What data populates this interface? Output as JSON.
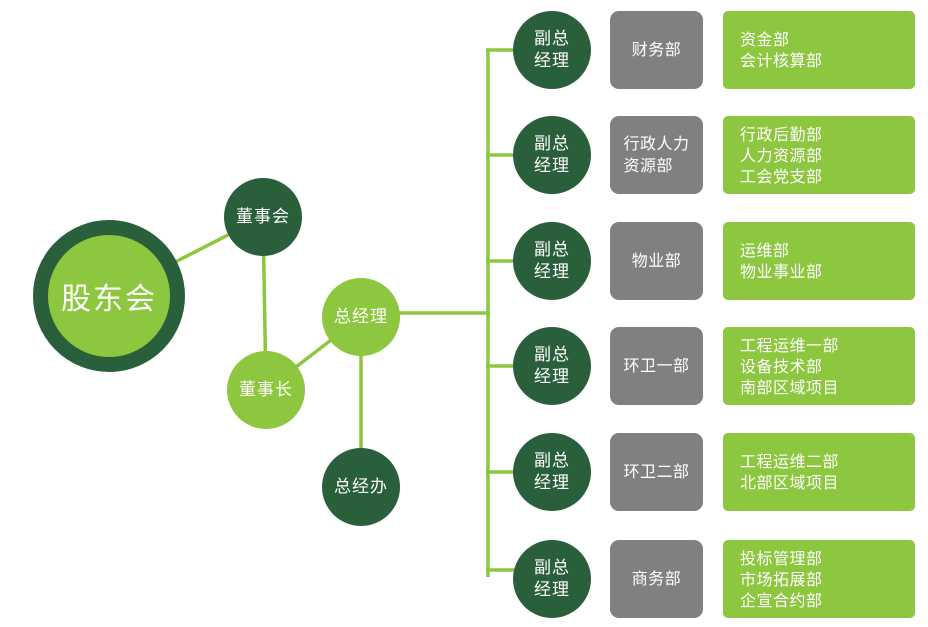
{
  "palette": {
    "light_green": "#8dc63f",
    "dark_green": "#2a5f3b",
    "gray": "#808080",
    "text_white": "#ffffff",
    "background": "#ffffff"
  },
  "nodes": {
    "shareholders": "股东会",
    "board": "董事会",
    "chairman": "董事长",
    "general_manager": "总经理",
    "gm_office": "总经办",
    "deputy_line1": "副总",
    "deputy_line2": "经理"
  },
  "rows": [
    {
      "dept_lines": [
        "财务部"
      ],
      "subs": [
        "资金部",
        "会计核算部"
      ]
    },
    {
      "dept_lines": [
        "行政人力",
        "资源部"
      ],
      "subs": [
        "行政后勤部",
        "人力资源部",
        "工会党支部"
      ]
    },
    {
      "dept_lines": [
        "物业部"
      ],
      "subs": [
        "运维部",
        "物业事业部"
      ]
    },
    {
      "dept_lines": [
        "环卫一部"
      ],
      "subs": [
        "工程运维一部",
        "设备技术部",
        "南部区域项目"
      ]
    },
    {
      "dept_lines": [
        "环卫二部"
      ],
      "subs": [
        "工程运维二部",
        "北部区域项目"
      ]
    },
    {
      "dept_lines": [
        "商务部"
      ],
      "subs": [
        "投标管理部",
        "市场拓展部",
        "企宣合约部"
      ]
    }
  ]
}
